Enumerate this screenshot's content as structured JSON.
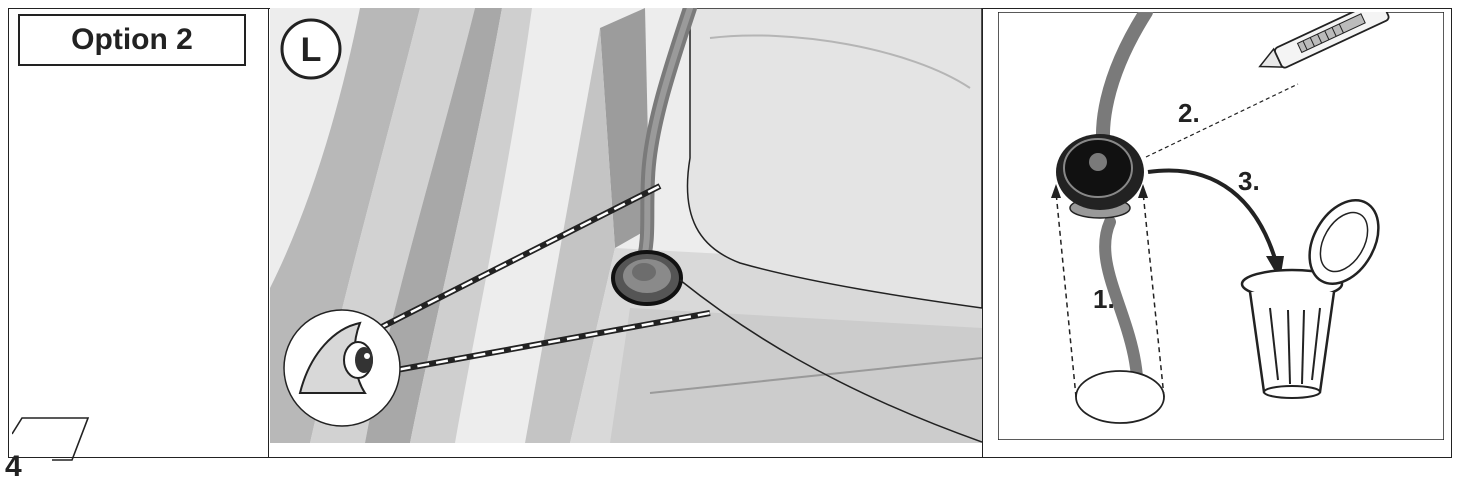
{
  "option": {
    "label": "Option 2"
  },
  "step": {
    "number": "4"
  },
  "side_badge": {
    "letter": "L"
  },
  "steps": {
    "one": "1.",
    "two": "2.",
    "three": "3."
  },
  "icons": [
    "eye-icon",
    "knife-icon",
    "trash-bin-icon",
    "grommet-icon",
    "cable-icon",
    "hole-icon"
  ],
  "colors": {
    "line": "#222222",
    "car_light": "#e6e6e6",
    "car_mid": "#c8c8c8",
    "car_dark": "#a6a6a6",
    "cable": "#7a7a7a"
  }
}
